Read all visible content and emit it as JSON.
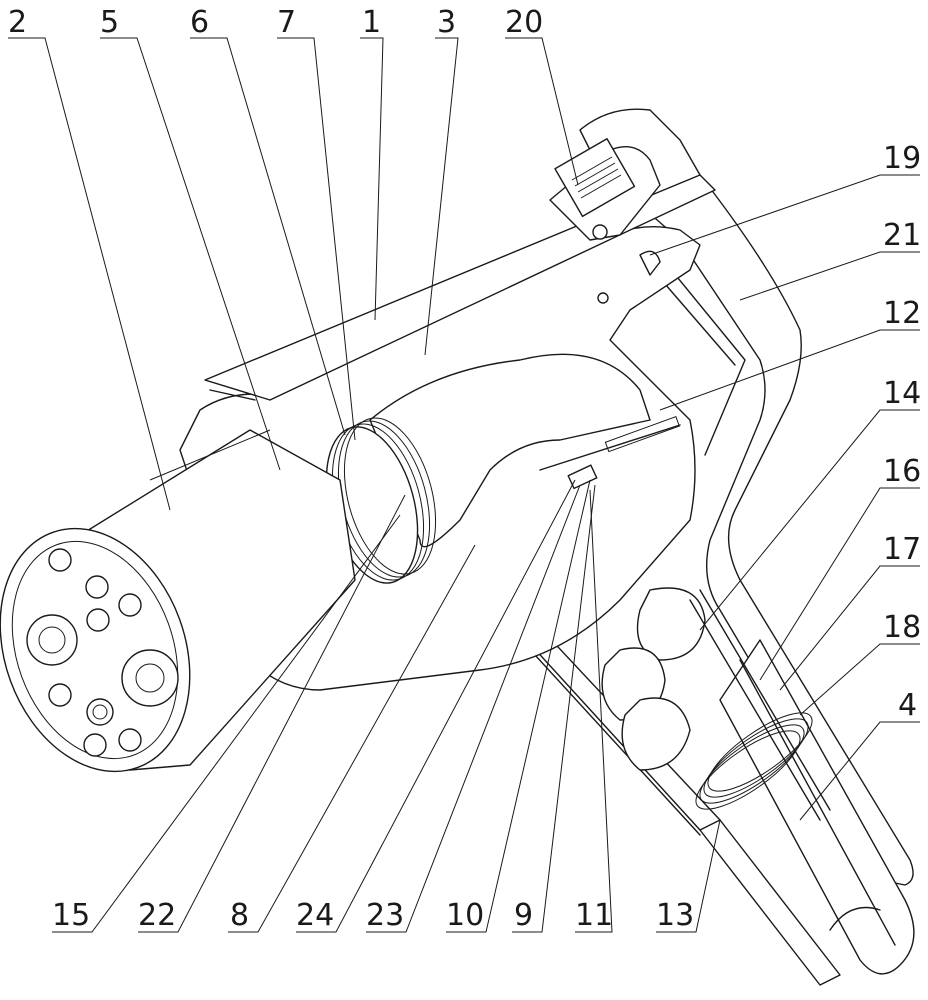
{
  "labels": {
    "n2": "2",
    "n5": "5",
    "n6": "6",
    "n7": "7",
    "n1": "1",
    "n3": "3",
    "n20": "20",
    "n19": "19",
    "n21": "21",
    "n12": "12",
    "n14": "14",
    "n16": "16",
    "n17": "17",
    "n18": "18",
    "n4": "4",
    "n15": "15",
    "n22": "22",
    "n8": "8",
    "n24": "24",
    "n23": "23",
    "n10": "10",
    "n9": "9",
    "n11": "11",
    "n13": "13"
  }
}
